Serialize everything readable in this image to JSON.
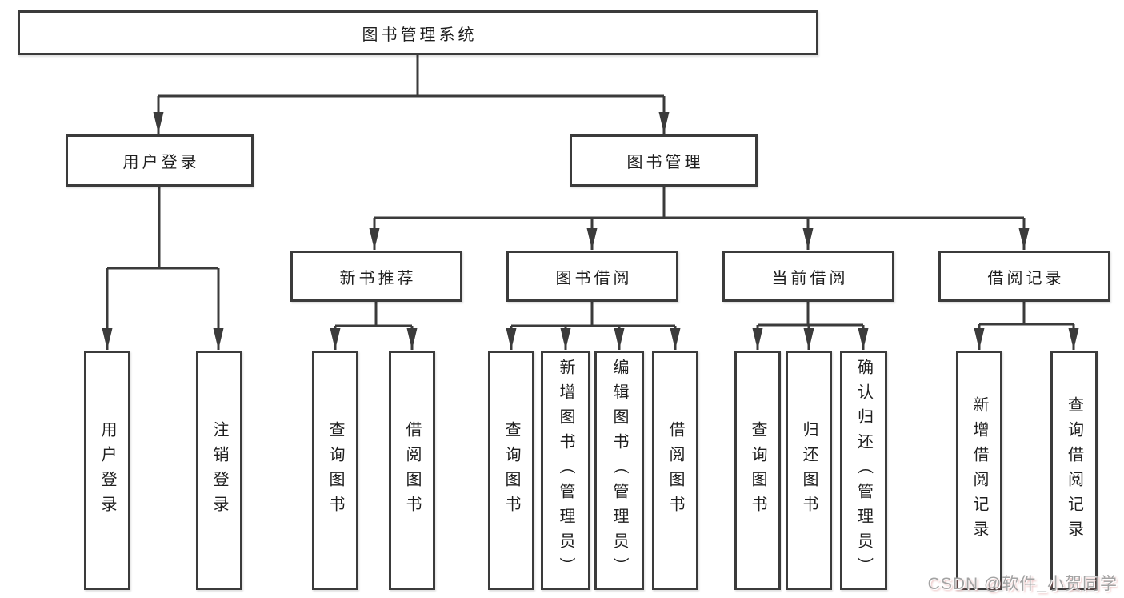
{
  "tree": {
    "label": "图书管理系统",
    "children": [
      {
        "label": "用户登录",
        "children": [
          {
            "label": "用户登录"
          },
          {
            "label": "注销登录"
          }
        ]
      },
      {
        "label": "图书管理",
        "children": [
          {
            "label": "新书推荐",
            "children": [
              {
                "label": "查询图书"
              },
              {
                "label": "借阅图书"
              }
            ]
          },
          {
            "label": "图书借阅",
            "children": [
              {
                "label": "查询图书"
              },
              {
                "label": "新增图书（管理员）"
              },
              {
                "label": "编辑图书（管理员）"
              },
              {
                "label": "借阅图书"
              }
            ]
          },
          {
            "label": "当前借阅",
            "children": [
              {
                "label": "查询图书"
              },
              {
                "label": "归还图书"
              },
              {
                "label": "确认归还（管理员）"
              }
            ]
          },
          {
            "label": "借阅记录",
            "children": [
              {
                "label": "新增借阅记录"
              },
              {
                "label": "查询借阅记录"
              }
            ]
          }
        ]
      }
    ]
  },
  "watermark": {
    "text": "CSDN @软件_小贺同学"
  },
  "colors": {
    "line": "#3b3b3b",
    "box_border": "#3b3b3b",
    "background": "#ffffff",
    "watermark": "#a3a3a3"
  }
}
